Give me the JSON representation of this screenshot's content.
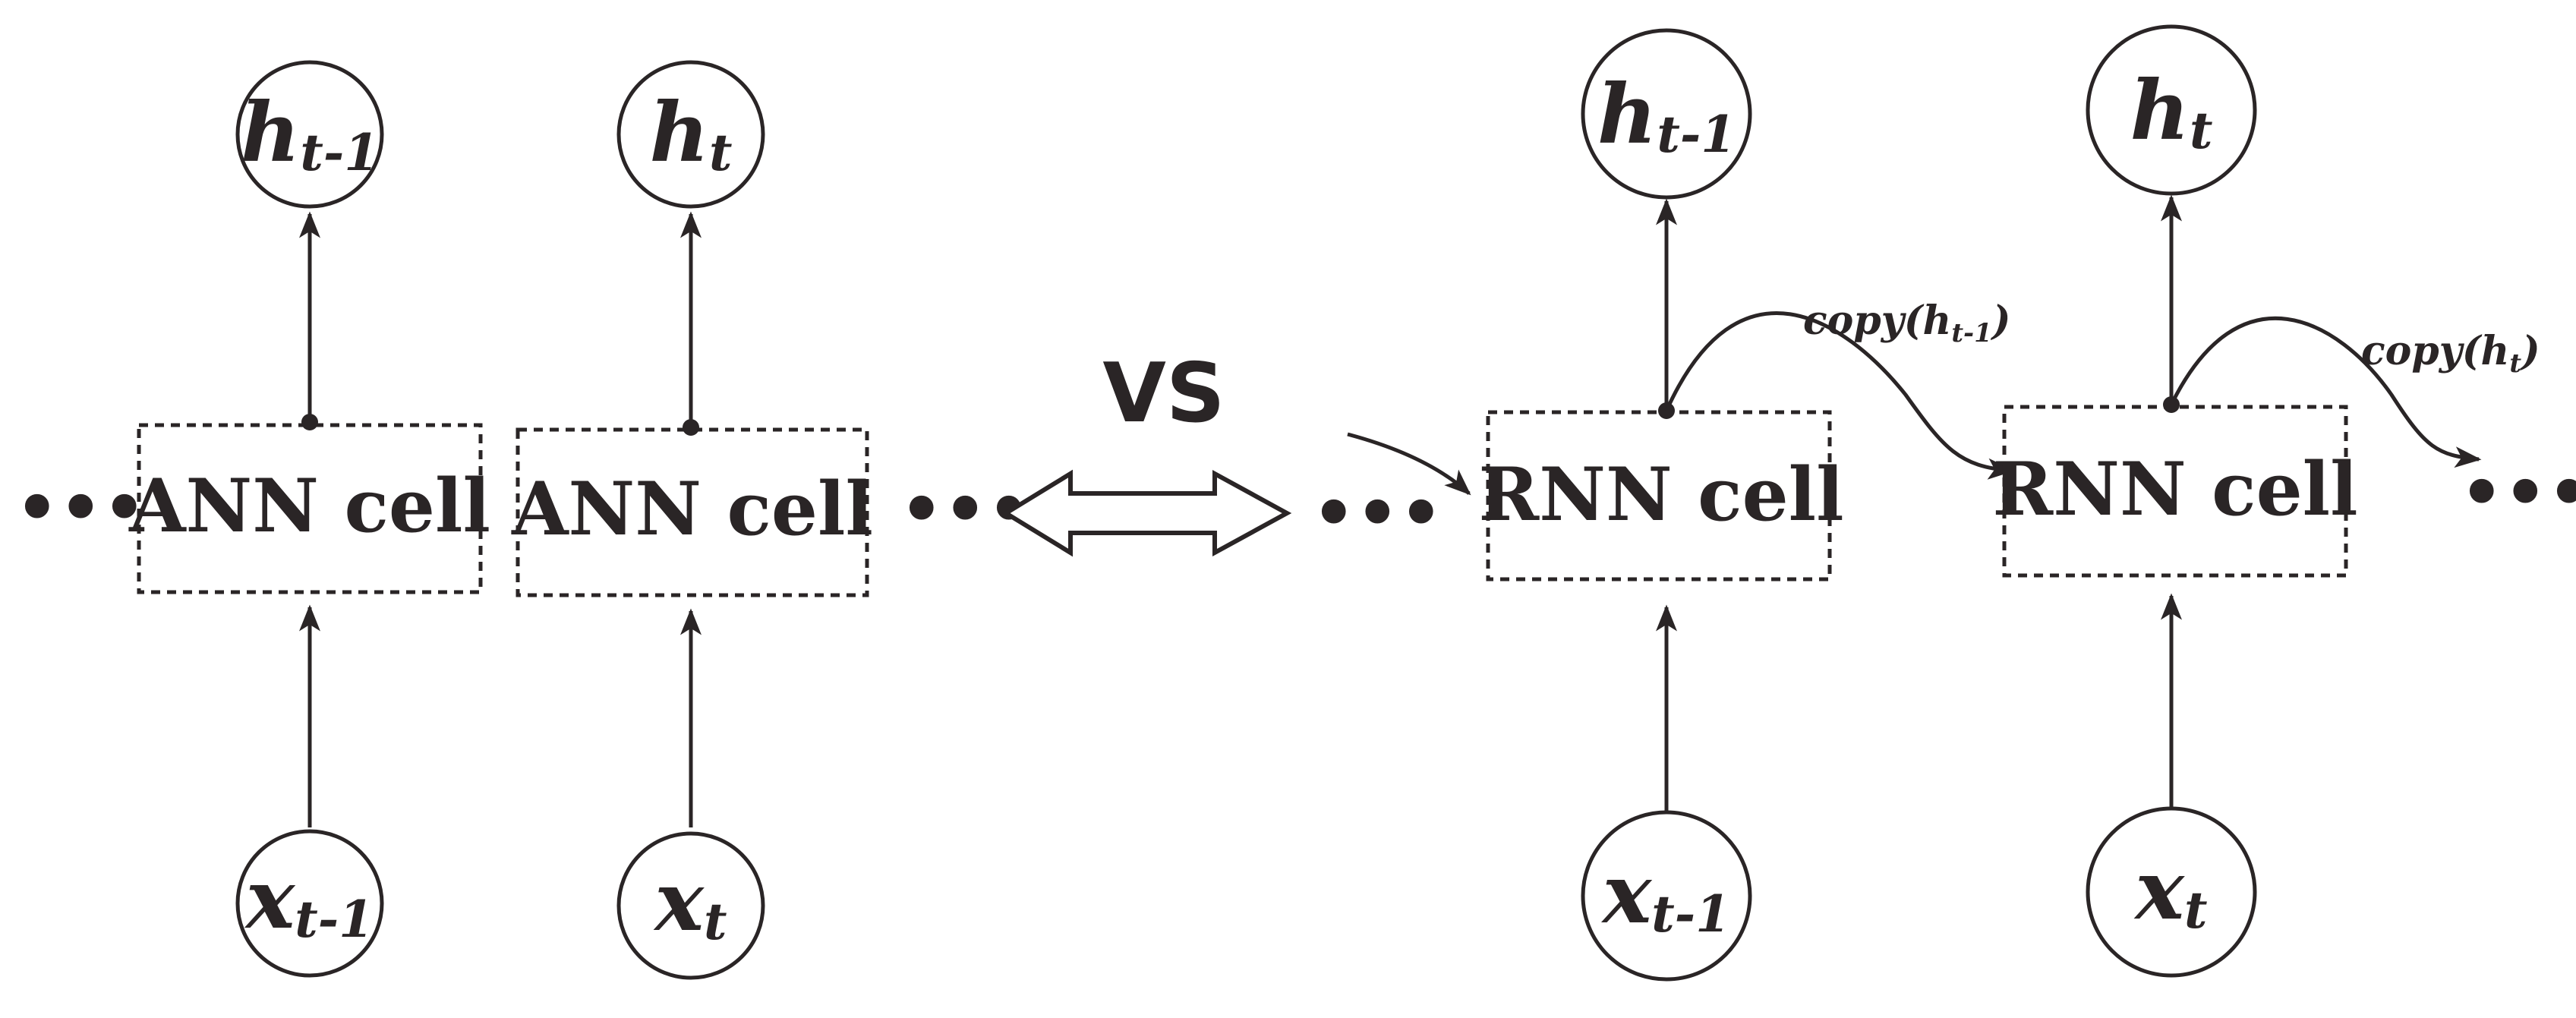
{
  "left_panel": {
    "cell_label": "ANN cell",
    "units": [
      {
        "output_var": "h",
        "output_sub": "t-1",
        "input_var": "x",
        "input_sub": "t-1"
      },
      {
        "output_var": "h",
        "output_sub": "t",
        "input_var": "x",
        "input_sub": "t"
      }
    ],
    "ellipsis_left": "•••",
    "ellipsis_right": "•••"
  },
  "comparison": {
    "label": "VS"
  },
  "right_panel": {
    "cell_label": "RNN cell",
    "units": [
      {
        "output_var": "h",
        "output_sub": "t-1",
        "input_var": "x",
        "input_sub": "t-1",
        "copy_prefix": "copy(",
        "copy_var": "h",
        "copy_sub": "t-1",
        "copy_suffix": ")"
      },
      {
        "output_var": "h",
        "output_sub": "t",
        "input_var": "x",
        "input_sub": "t",
        "copy_prefix": "copy(",
        "copy_var": "h",
        "copy_sub": "t",
        "copy_suffix": ")"
      }
    ],
    "ellipsis_left": "•••",
    "ellipsis_right": "•••"
  },
  "colors": {
    "stroke": "#2a2526",
    "background": "#ffffff"
  }
}
